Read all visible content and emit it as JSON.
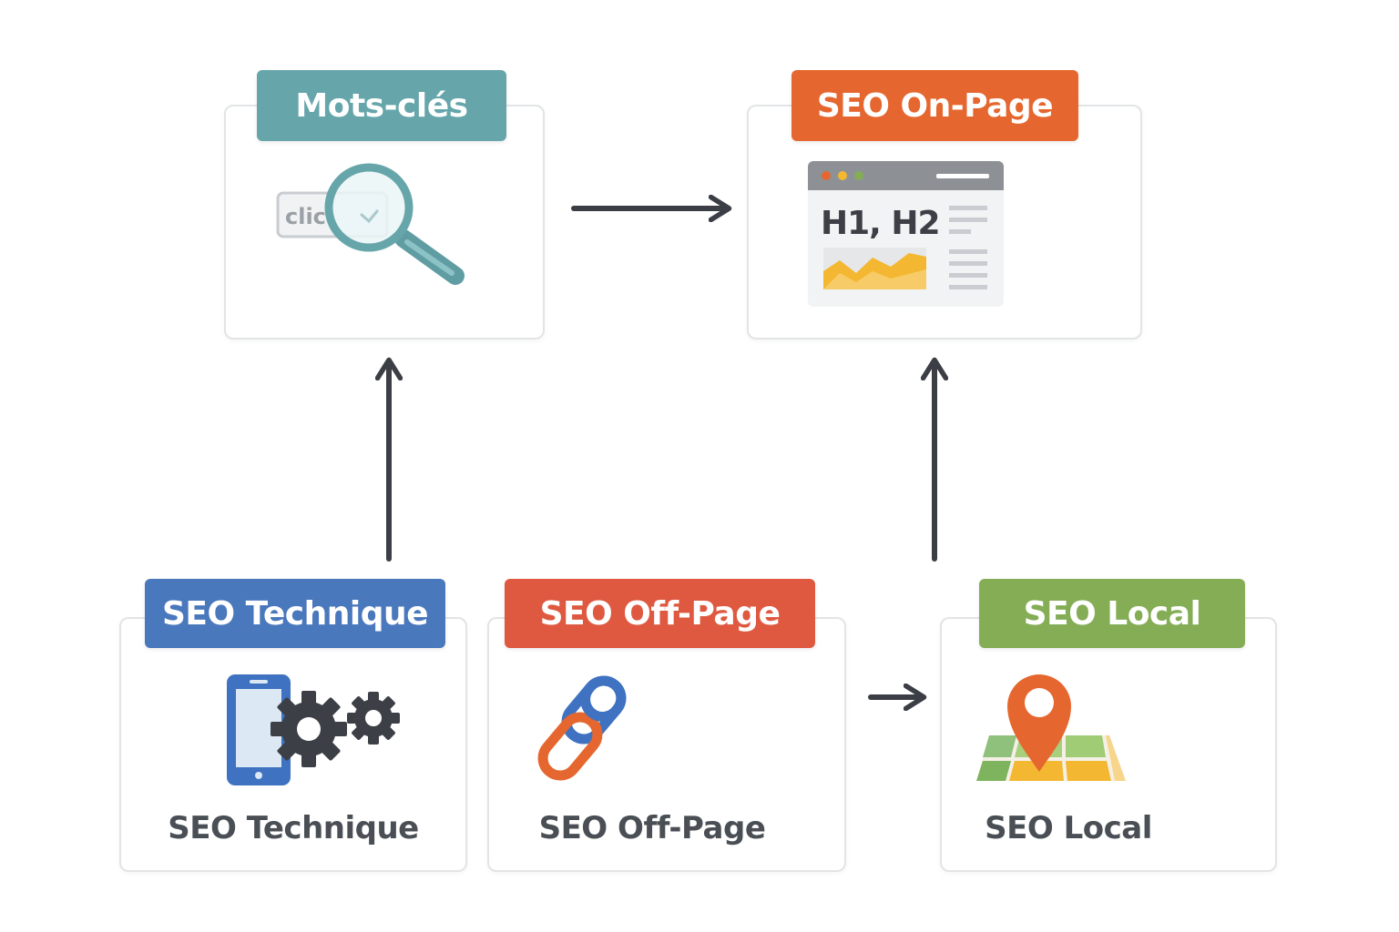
{
  "nodes": {
    "keywords": {
      "tag": "Mots-clés",
      "color": "#66a6ab",
      "icon": "magnifier-icon",
      "icon_text": "clic"
    },
    "onpage": {
      "tag": "SEO On-Page",
      "color": "#e5672f",
      "icon": "webpage-icon",
      "icon_text": "H1, H2"
    },
    "technique": {
      "tag": "SEO Technique",
      "color": "#4a78bd",
      "icon": "phone-gears-icon",
      "caption": "SEO Technique"
    },
    "offpage": {
      "tag": "SEO Off-Page",
      "color": "#de5940",
      "icon": "chain-link-icon",
      "caption": "SEO Off-Page"
    },
    "local": {
      "tag": "SEO Local",
      "color": "#84ad56",
      "icon": "map-pin-icon",
      "caption": "SEO Local"
    }
  },
  "colors": {
    "card_border": "#e2e4e6",
    "arrow": "#3b3f45",
    "caption_text": "#4a4f55",
    "accent_yellow": "#f4b731",
    "icon_dark": "#3c4046"
  }
}
